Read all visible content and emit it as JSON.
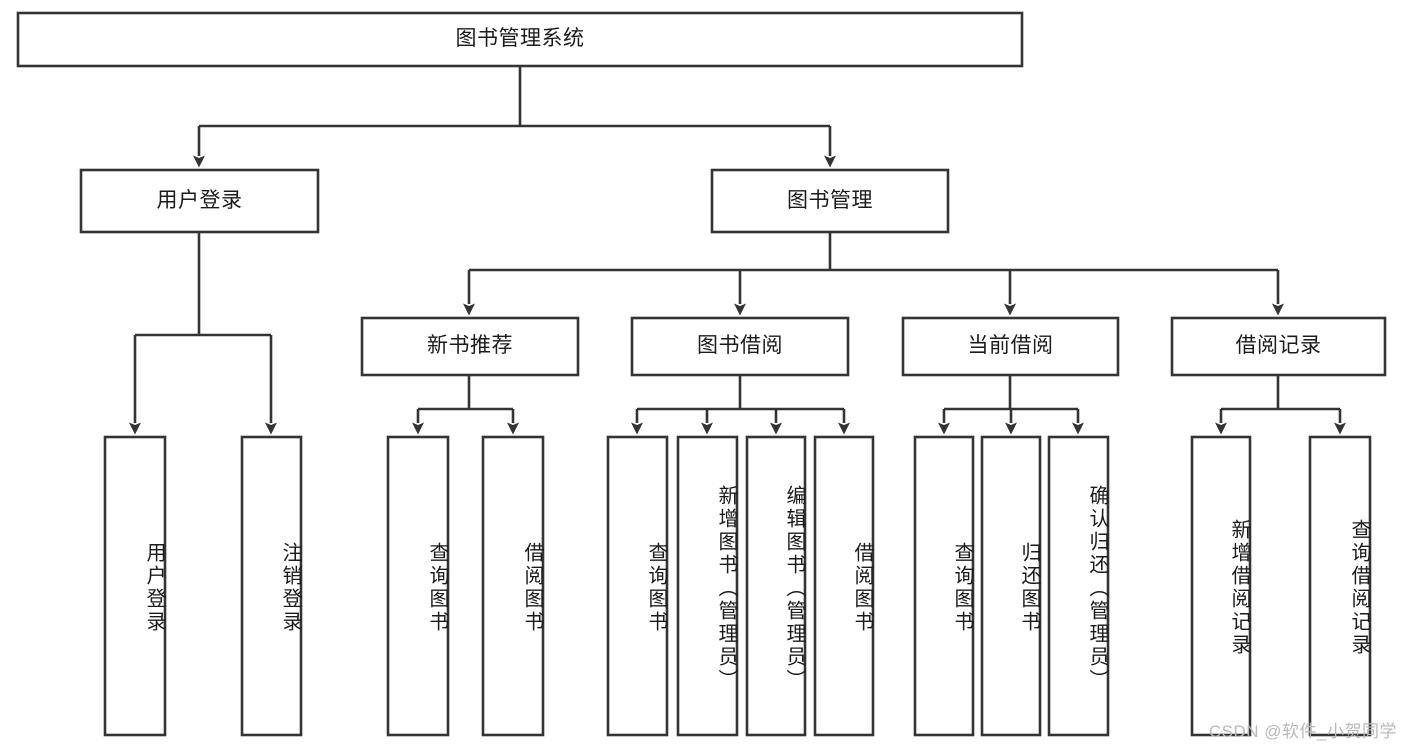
{
  "diagram": {
    "type": "tree",
    "title": "图书管理系统",
    "watermark": "CSDN @软件_小贺同学",
    "levels": {
      "root": {
        "label": "图书管理系统"
      },
      "level2": [
        {
          "label": "用户登录"
        },
        {
          "label": "图书管理"
        }
      ],
      "level3": [
        {
          "label": "新书推荐"
        },
        {
          "label": "图书借阅"
        },
        {
          "label": "当前借阅"
        },
        {
          "label": "借阅记录"
        }
      ]
    },
    "leaves": {
      "user_login": [
        {
          "label": "用户登录"
        },
        {
          "label": "注销登录"
        }
      ],
      "new_book_recommend": [
        {
          "label": "查询图书"
        },
        {
          "label": "借阅图书"
        }
      ],
      "book_borrow": [
        {
          "label": "查询图书"
        },
        {
          "label": "新增图书（管理员）"
        },
        {
          "label": "编辑图书（管理员）"
        },
        {
          "label": "借阅图书"
        }
      ],
      "current_borrow": [
        {
          "label": "查询图书"
        },
        {
          "label": "归还图书"
        },
        {
          "label": "确认归还（管理员）"
        }
      ],
      "borrow_record": [
        {
          "label": "新增借阅记录"
        },
        {
          "label": "查询借阅记录"
        }
      ]
    },
    "colors": {
      "stroke": "#343434",
      "fill": "#ffffff",
      "text": "#1b1b1b",
      "watermark": "#b9b9b9"
    }
  }
}
